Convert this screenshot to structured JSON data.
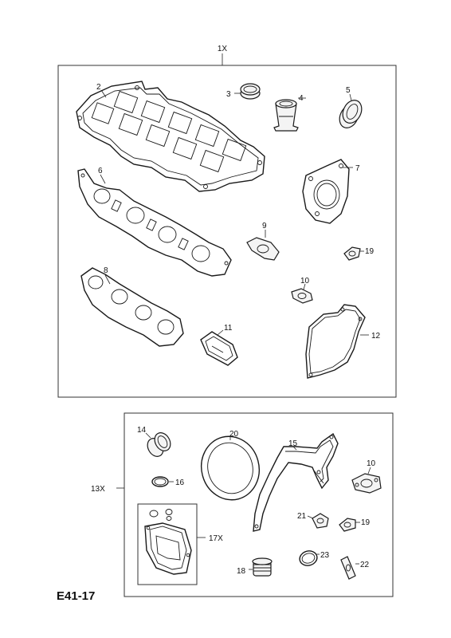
{
  "kit_label": "1X",
  "subkit_label": "13X",
  "subsubkit_label": "17X",
  "page_code": "E41-17",
  "parts_top": [
    "2",
    "3",
    "4",
    "5",
    "6",
    "7",
    "8",
    "9",
    "10",
    "11",
    "12",
    "19"
  ],
  "parts_bottom": [
    "14",
    "15",
    "16",
    "18",
    "19",
    "20",
    "21",
    "22",
    "23",
    "10"
  ]
}
